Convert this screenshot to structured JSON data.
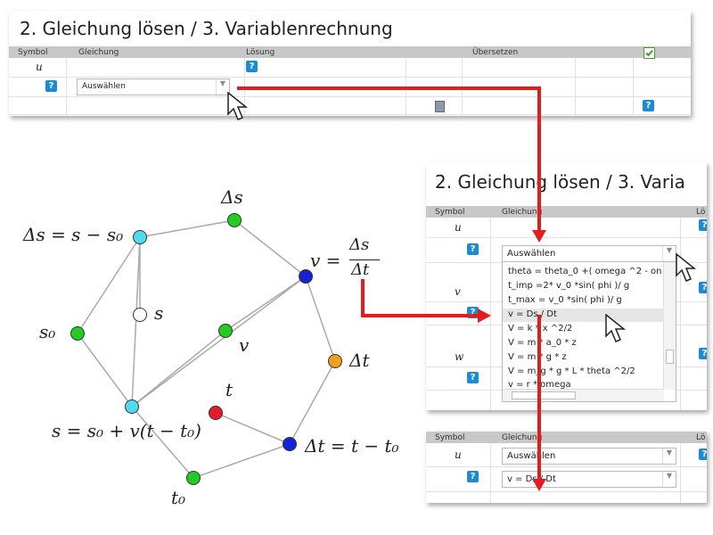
{
  "panel1": {
    "title": "2. Gleichung lösen / 3. Variablenrechnung",
    "headers": [
      "Symbol",
      "Gleichung",
      "Lösung",
      "Übersetzen"
    ],
    "symbol_u": "u",
    "select_value": "Auswählen",
    "help_glyph": "?",
    "checkbox_icon": "check-icon",
    "calculator_icon": "calculator-icon"
  },
  "graph": {
    "labels": {
      "delta_s_def": "Δs = s − s₀",
      "delta_s": "Δs",
      "v_def_lhs": "v =",
      "v_num": "Δs",
      "v_den": "Δt",
      "s": "s",
      "s0": "s₀",
      "v": "v",
      "delta_t": "Δt",
      "t": "t",
      "s_formula": "s = s₀ + v(t − t₀)",
      "delta_t_def": "Δt = t − t₀",
      "t0": "t₀"
    },
    "colors": {
      "cyan": "#4fdcef",
      "green": "#22cc22",
      "blue": "#1522d6",
      "orange": "#f0a020",
      "red": "#e8192c",
      "white": "#ffffff"
    }
  },
  "panel2": {
    "title": "2. Gleichung lösen / 3. Varia",
    "headers": [
      "Symbol",
      "Gleichung",
      "Lö"
    ],
    "symbols": [
      "u",
      "v",
      "w"
    ],
    "select_value": "Auswählen",
    "options": [
      "theta = theta_0 +( omega ^2 - on",
      "t_imp =2* v_0 *sin( phi )/ g",
      "t_max = v_0 *sin( phi )/ g",
      "v = Ds / Dt",
      "V = k * x ^2/2",
      "V = m * a_0 * z",
      "V = m * g * z",
      "V = m_g * g * L * theta ^2/2",
      "v = r * omega"
    ],
    "selected_option": "v = Ds / Dt"
  },
  "panel3": {
    "headers": [
      "Symbol",
      "Gleichung",
      "Lö"
    ],
    "symbol_u": "u",
    "select1_value": "Auswählen",
    "select2_value": "v = Ds / Dt"
  }
}
